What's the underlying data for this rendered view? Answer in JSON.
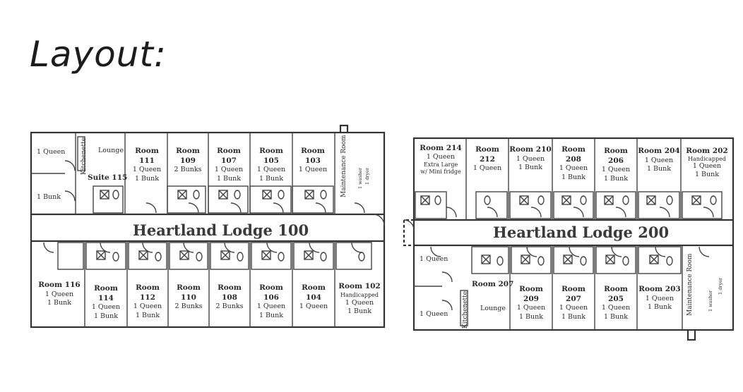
{
  "page": {
    "heading": "Layout:"
  },
  "lodge100": {
    "title": "Heartland Lodge 100",
    "suite": {
      "name": "Suite 115",
      "bed_top": "1 Queen",
      "bed_bottom": "1 Bunk",
      "kitchenette": "Kitchenette",
      "lounge": "Lounge"
    },
    "maintenance": {
      "name": "Maintenance Room",
      "line1": "1 washer",
      "line2": "1 dryer"
    },
    "top_rooms": [
      {
        "name": "Room 111",
        "lines": [
          "1 Queen",
          "1 Bunk"
        ]
      },
      {
        "name": "Room 109",
        "lines": [
          "2 Bunks"
        ]
      },
      {
        "name": "Room 107",
        "lines": [
          "1 Queen",
          "1 Bunk"
        ]
      },
      {
        "name": "Room 105",
        "lines": [
          "1 Queen",
          "1 Bunk"
        ]
      },
      {
        "name": "Room 103",
        "lines": [
          "1 Queen"
        ]
      }
    ],
    "bottom_rooms": [
      {
        "name": "Room 116",
        "lines": [
          "1 Queen",
          "1 Bunk"
        ]
      },
      {
        "name": "Room 114",
        "lines": [
          "1 Queen",
          "1 Bunk"
        ]
      },
      {
        "name": "Room 112",
        "lines": [
          "1 Queen",
          "1 Bunk"
        ]
      },
      {
        "name": "Room 110",
        "lines": [
          "2 Bunks"
        ]
      },
      {
        "name": "Room 108",
        "lines": [
          "2 Bunks"
        ]
      },
      {
        "name": "Room 106",
        "lines": [
          "1 Queen",
          "1 Bunk"
        ]
      },
      {
        "name": "Room 104",
        "lines": [
          "1 Queen"
        ]
      },
      {
        "name": "Room 102",
        "note": "Handicapped",
        "lines": [
          "1 Queen",
          "1 Bunk"
        ]
      }
    ]
  },
  "lodge200": {
    "title": "Heartland Lodge 200",
    "suite": {
      "name": "Room 207",
      "bed_top": "1 Queen",
      "bed_bottom": "1 Queen",
      "kitchenette": "Kitchenette",
      "lounge": "Lounge"
    },
    "maintenance": {
      "name": "Maintenance Room",
      "line1": "1 washer",
      "line2": "1 dryer"
    },
    "top_rooms": [
      {
        "name": "Room 214",
        "lines": [
          "1 Queen",
          "Extra Large",
          "w/ Mini fridge"
        ]
      },
      {
        "name": "Room 212",
        "lines": [
          "1 Queen"
        ]
      },
      {
        "name": "Room 210",
        "lines": [
          "1 Queen",
          "1 Bunk"
        ]
      },
      {
        "name": "Room 208",
        "lines": [
          "1 Queen",
          "1 Bunk"
        ]
      },
      {
        "name": "Room 206",
        "lines": [
          "1 Queen",
          "1 Bunk"
        ]
      },
      {
        "name": "Room 204",
        "lines": [
          "1 Queen",
          "1 Bunk"
        ]
      },
      {
        "name": "Room 202",
        "note": "Handicapped",
        "lines": [
          "1 Queen",
          "1 Bunk"
        ]
      }
    ],
    "bottom_rooms": [
      {
        "name": "Room 209",
        "lines": [
          "1 Queen",
          "1 Bunk"
        ]
      },
      {
        "name": "Room 207",
        "lines": [
          "1 Queen",
          "1 Bunk"
        ]
      },
      {
        "name": "Room 205",
        "lines": [
          "1 Queen",
          "1 Bunk"
        ]
      },
      {
        "name": "Room 203",
        "lines": [
          "1 Queen",
          "1 Bunk"
        ]
      }
    ]
  }
}
